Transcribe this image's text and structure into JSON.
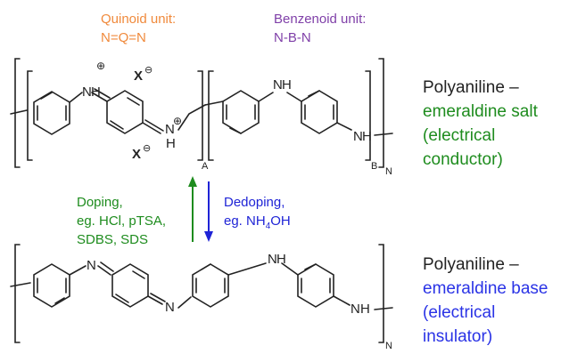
{
  "colors": {
    "quinoid": "#f08a3c",
    "benzenoid": "#7f3fa8",
    "doping": "#1e8c1e",
    "dedoping": "#1f24d6",
    "salt": "#1e8c1e",
    "base": "#2a33e6",
    "ink": "#222222"
  },
  "labels": {
    "quinoid_title": "Quinoid unit:",
    "quinoid_formula": "N=Q=N",
    "benzenoid_title": "Benzenoid unit:",
    "benzenoid_formula": "N-B-N",
    "salt_name": "Polyaniline –",
    "salt_type": "emeraldine salt",
    "salt_prop1": "(electrical",
    "salt_prop2": "conductor)",
    "base_name": "Polyaniline –",
    "base_type": "emeraldine base",
    "base_prop1": "(electrical",
    "base_prop2": "insulator)",
    "doping1": "Doping,",
    "doping2": "eg. HCl, pTSA,",
    "doping3": "SDBS, SDS",
    "dedoping1": "Dedoping,",
    "dedoping2_pre": "eg. NH",
    "dedoping2_sub": "4",
    "dedoping2_post": "OH"
  },
  "atoms": {
    "n": "N",
    "h": "H",
    "x": "X",
    "plus": "⊕",
    "minus": "⊖",
    "sub_a": "A",
    "sub_b": "B",
    "sub_n": "N"
  }
}
